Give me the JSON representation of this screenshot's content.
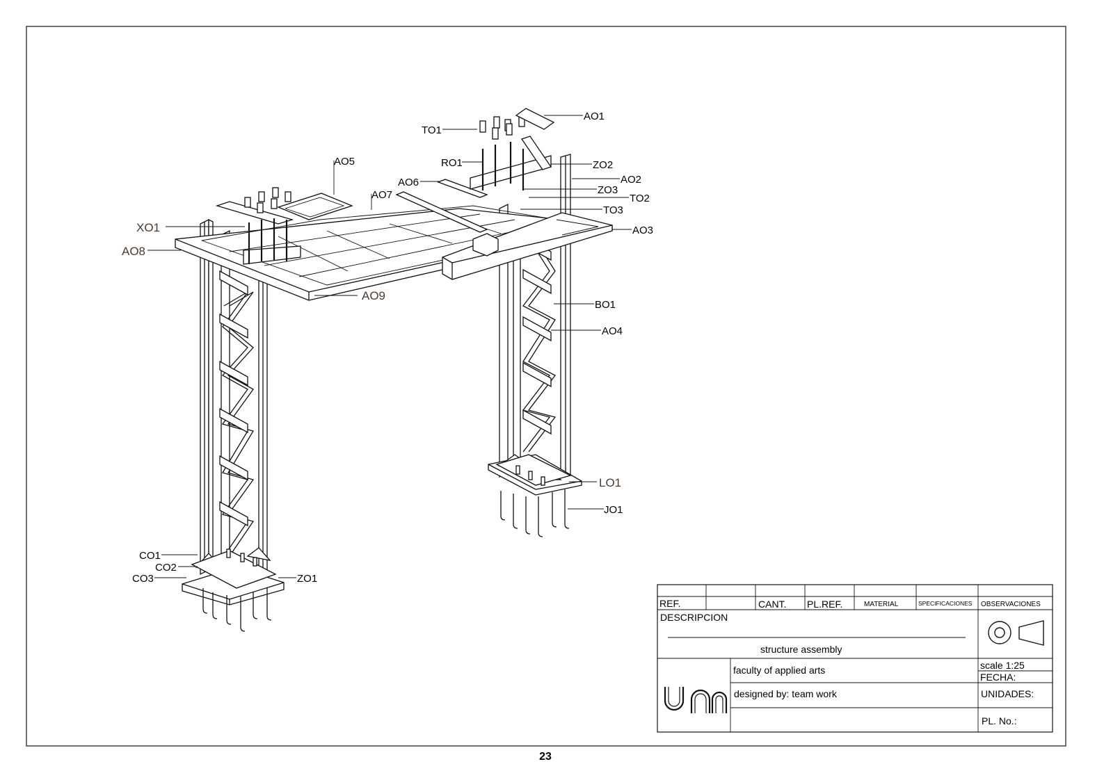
{
  "parts": {
    "AO1": "AO1",
    "TO1": "TO1",
    "RO1": "RO1",
    "ZO2": "ZO2",
    "AO2": "AO2",
    "ZO3": "ZO3",
    "TO2": "TO2",
    "TO3": "TO3",
    "AO3": "AO3",
    "AO5": "AO5",
    "AO6": "AO6",
    "AO7": "AO7",
    "XO1": "XO1",
    "AO8": "AO8",
    "AO9": "AO9",
    "BO1": "BO1",
    "AO4": "AO4",
    "LO1": "LO1",
    "JO1": "JO1",
    "CO1": "CO1",
    "CO2": "CO2",
    "CO3": "CO3",
    "ZO1": "ZO1"
  },
  "title_block": {
    "ref": "REF.",
    "cant": "CANT.",
    "plref": "PL.REF.",
    "material": "MATERIAL",
    "especificaciones": "SPECIFICACIONES",
    "observaciones": "OBSERVACIONES",
    "descripcion": "DESCRIPCION",
    "description_value": "structure assembly",
    "institution": "faculty of applied arts",
    "designed_by": "designed by: team work",
    "scale": "scale 1:25",
    "fecha": "FECHA:",
    "unidades": "UNIDADES:",
    "pl_no": "PL. No.:",
    "logo_text": "un"
  },
  "page_number": "23"
}
